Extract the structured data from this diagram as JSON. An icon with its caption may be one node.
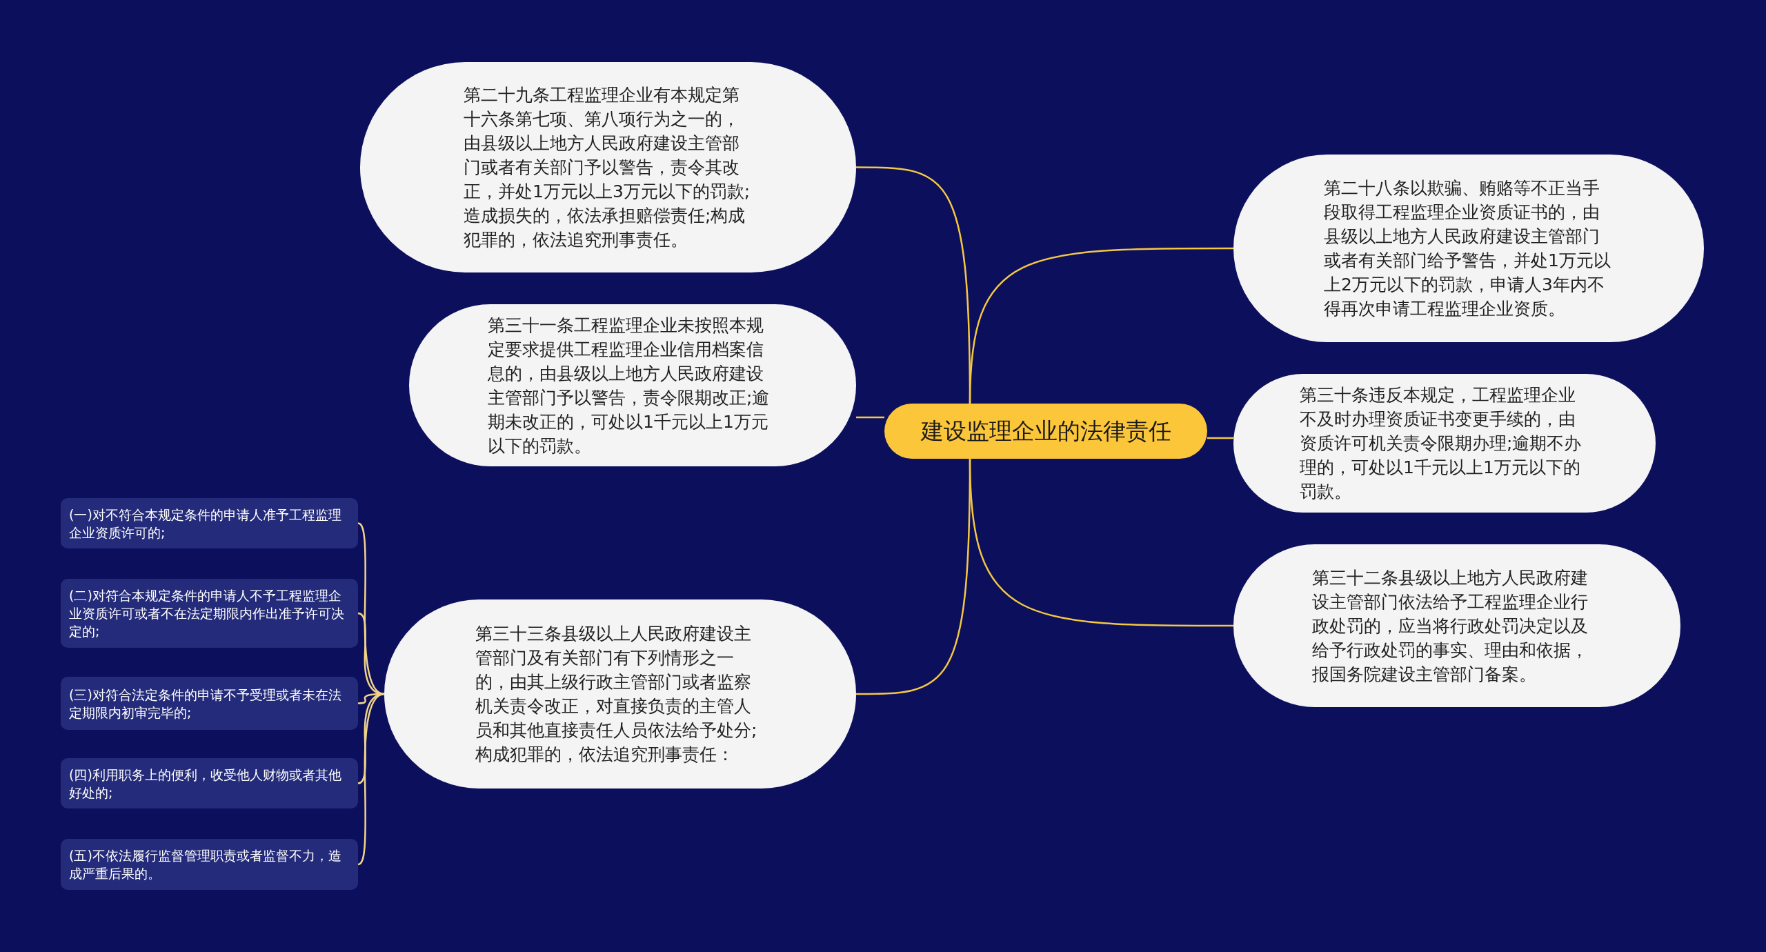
{
  "diagram": {
    "nodes": [
      {
        "text": [
          "建设监理企业的法律责任"
        ]
      },
      {
        "text": [
          "第二十九条工程监理企业有本规定第十六条第七项、第八项行为之一的，由县级以上地方人民政府建设主管部门或者有关部门予以警告，责令其改正，并处1万元以上3万元以下的罚款;造成损失的，依法承担赔偿责任;构成犯罪的，依法追究刑事责任。"
        ]
      },
      {
        "text": [
          "第三十一条工程监理企业未按照本规定要求提供工程监理企业信用档案信息的，由县级以上地方人民政府建设主管部门予以警告，责令限期改正;逾期未改正的，可处以1千元以上1万元以下的罚款。"
        ]
      },
      {
        "text": [
          "第三十三条县级以上人民政府建设主管部门及有关部门有下列情形之一的，由其上级行政主管部门或者监察机关责令改正，对直接负责的主管人员和其他直接责任人员依法给予处分;构成犯罪的，依法追究刑事责任："
        ]
      },
      {
        "text": [
          "(一)对不符合本规定条件的申请人准予工程监理企业资质许可的;"
        ]
      },
      {
        "text": [
          "(二)对符合本规定条件的申请人不予工程监理企业资质许可或者不在法定期限内作出准予许可决定的;"
        ]
      },
      {
        "text": [
          "(三)对符合法定条件的申请不予受理或者未在法定期限内初审完毕的;"
        ]
      },
      {
        "text": [
          "(四)利用职务上的便利，收受他人财物或者其他好处的;"
        ]
      },
      {
        "text": [
          "(五)不依法履行监督管理职责或者监督不力，造成严重后果的。"
        ]
      },
      {
        "text": [
          "第二十八条以欺骗、贿赂等不正当手段取得工程监理企业资质证书的，由县级以上地方人民政府建设主管部门或者有关部门给予警告，并处1万元以上2万元以下的罚款，申请人3年内不得再次申请工程监理企业资质。"
        ]
      },
      {
        "text": [
          "第三十条违反本规定，工程监理企业不及时办理资质证书变更手续的，由资质许可机关责令限期办理;逾期不办理的，可处以1千元以上1万元以下的罚款。"
        ]
      },
      {
        "text": [
          "第三十二条县级以上地方人民政府建设主管部门依法给予工程监理企业行政处罚的，应当将行政处罚决定以及给予行政处罚的事实、理由和依据，报国务院建设主管部门备案。"
        ]
      }
    ],
    "edges": [
      {
        "from": 0,
        "to": 1,
        "arrow": "none"
      },
      {
        "from": 0,
        "to": 2,
        "arrow": "none"
      },
      {
        "from": 0,
        "to": 3,
        "arrow": "none"
      },
      {
        "from": 3,
        "to": 4,
        "arrow": "none"
      },
      {
        "from": 3,
        "to": 5,
        "arrow": "none"
      },
      {
        "from": 3,
        "to": 6,
        "arrow": "none"
      },
      {
        "from": 3,
        "to": 7,
        "arrow": "none"
      },
      {
        "from": 3,
        "to": 8,
        "arrow": "none"
      },
      {
        "from": 0,
        "to": 9,
        "arrow": "none"
      },
      {
        "from": 0,
        "to": 10,
        "arrow": "none"
      },
      {
        "from": 0,
        "to": 11,
        "arrow": "none"
      }
    ]
  }
}
